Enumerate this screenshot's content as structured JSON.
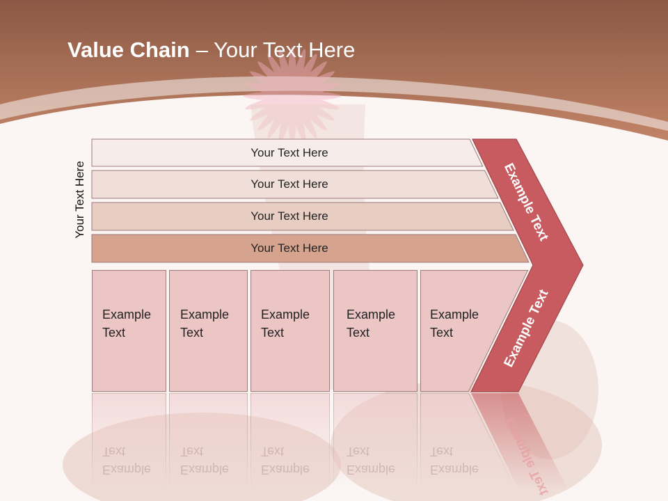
{
  "slide": {
    "title": {
      "bold": "Value Chain",
      "regular": "– Your Text Here"
    }
  },
  "diagram": {
    "side_label": "Your Text Here",
    "bars": [
      {
        "label": "Your Text Here"
      },
      {
        "label": "Your Text Here"
      },
      {
        "label": "Your Text Here"
      },
      {
        "label": "Your Text Here"
      }
    ],
    "chevron": {
      "upper_label": "Example Text",
      "lower_label": "Example Text"
    },
    "boxes": [
      {
        "label": "Example Text"
      },
      {
        "label": "Example Text"
      },
      {
        "label": "Example Text"
      },
      {
        "label": "Example Text"
      },
      {
        "label": "Example Text"
      }
    ]
  },
  "colors": {
    "header_top": "#8a5844",
    "header_bottom": "#c9896b",
    "background": "#fbf6f4",
    "bar_fills": [
      "#f6ecea",
      "#f0dfd9",
      "#e8cdc2",
      "#d6a38f"
    ],
    "chevron": "#c75b5f",
    "chevron_outline": "#a0474b",
    "box_fill": "#ecc5c5",
    "outline": "#9d7b7b"
  }
}
